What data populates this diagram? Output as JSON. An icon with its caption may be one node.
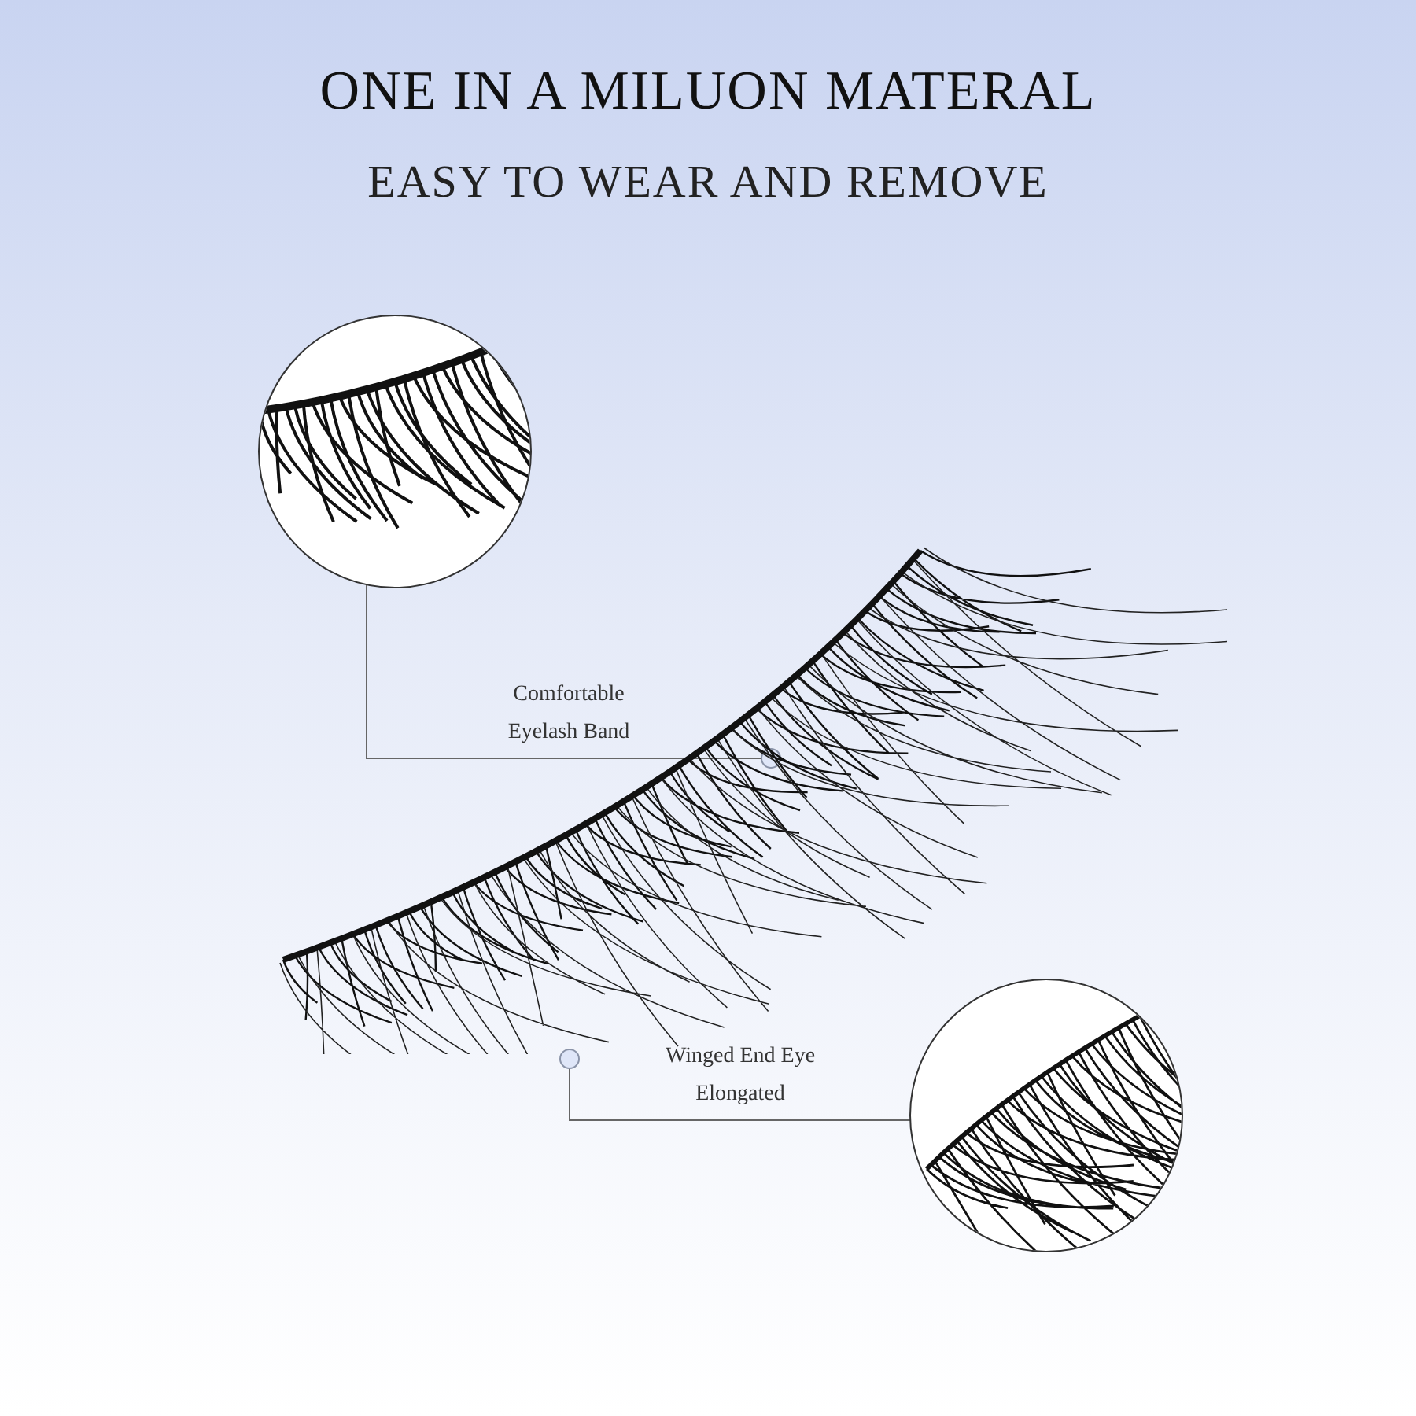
{
  "diagram": {
    "title": "ONE IN A MILUON MATERAL",
    "nodes": [
      {
        "text": [],
        "shape": "picture"
      },
      {
        "text": [],
        "shape": "picture"
      },
      {
        "text": [],
        "shape": "picture"
      }
    ],
    "edges": [
      {
        "from": 1,
        "to": 0,
        "arrow": "other",
        "label": "Comfortable Eyelash Band"
      },
      {
        "from": 1,
        "to": 2,
        "arrow": "other",
        "label": "Winged End Eye Elongated"
      }
    ],
    "labels": [
      "EASY TO WEAR AND REMOVE"
    ]
  }
}
